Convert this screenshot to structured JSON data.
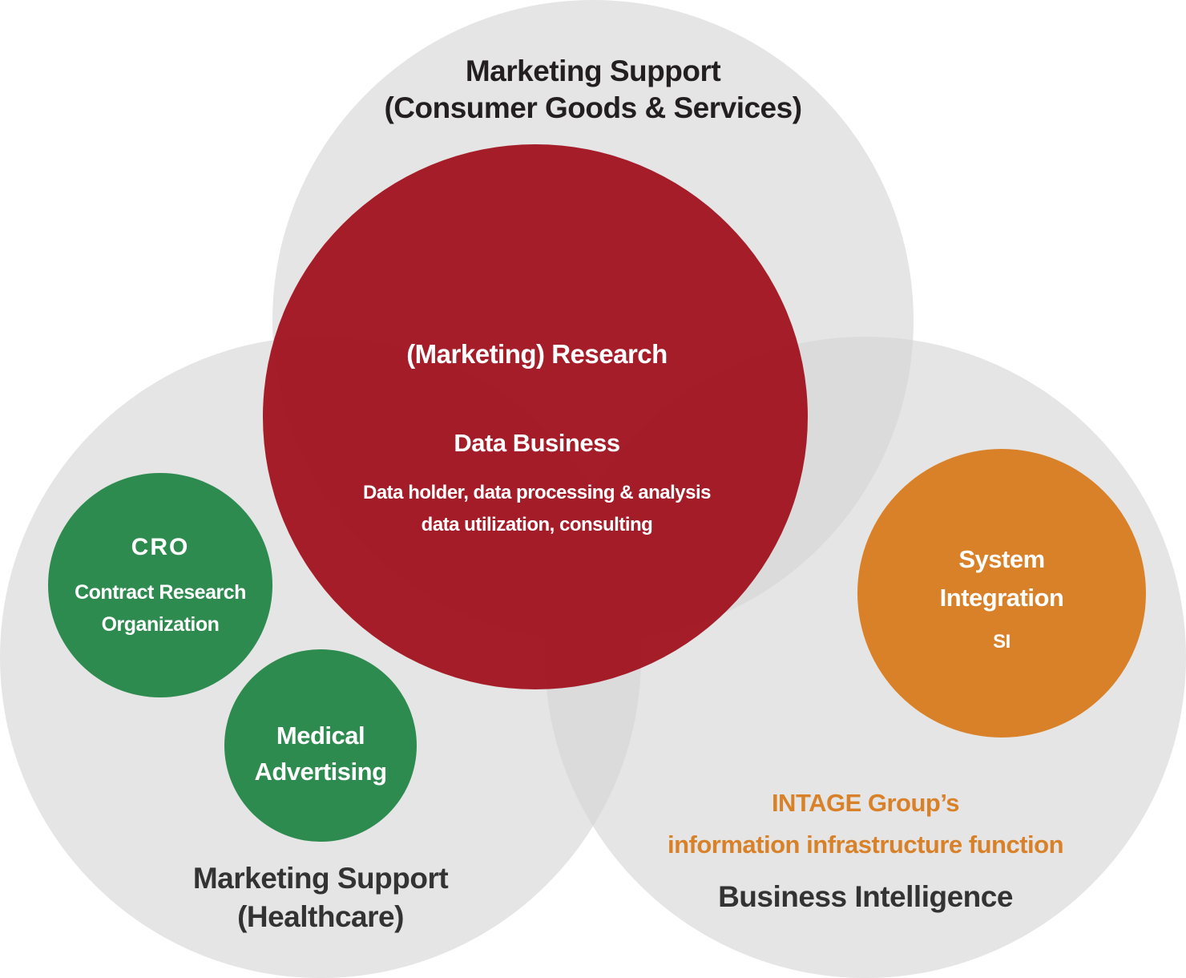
{
  "colors": {
    "gray_circle": "#d4d4d4",
    "research_red": "#a10c1a",
    "green": "#2e8b4f",
    "orange": "#d98129",
    "intage_text": "#d98129"
  },
  "top_circle": {
    "title": [
      "Marketing Support",
      "(Consumer Goods & Services)"
    ]
  },
  "left_circle": {
    "title": [
      "Marketing Support",
      "(Healthcare)"
    ]
  },
  "right_circle": {
    "title": "Business Intelligence",
    "intage": [
      "INTAGE Group’s",
      "information infrastructure function"
    ]
  },
  "research_circle": {
    "title": "(Marketing) Research",
    "data_business_title": "Data Business",
    "data_business_desc": [
      "Data holder, data processing & analysis",
      "data utilization, consulting"
    ]
  },
  "cro_circle": {
    "title": "CRO",
    "desc": [
      "Contract Research",
      "Organization"
    ]
  },
  "medical_circle": {
    "title": [
      "Medical",
      "Advertising"
    ]
  },
  "si_circle": {
    "title": [
      "System",
      "Integration"
    ],
    "abbr": "SI"
  }
}
